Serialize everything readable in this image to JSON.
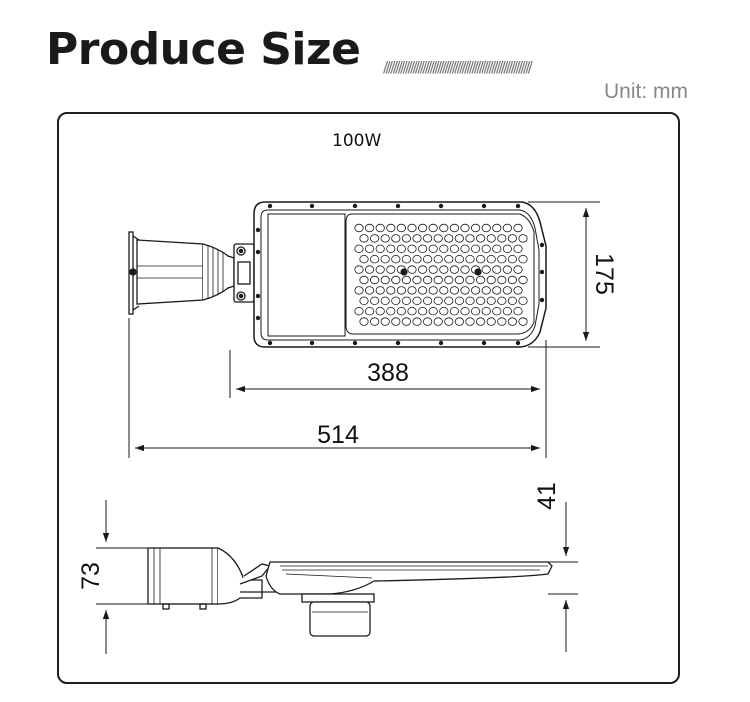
{
  "header": {
    "title": "Produce Size",
    "hatch": "////////////////////////////////////////////////////////////",
    "unit": "Unit: mm"
  },
  "drawing": {
    "wattage": "100W",
    "dimensions": {
      "width_luminaire": "388",
      "width_total": "514",
      "depth": "175",
      "height_body": "41",
      "height_total": "73"
    }
  },
  "colors": {
    "line": "#1a1a1a",
    "frame": "#1e1e1e",
    "accent_text": "#888888"
  }
}
